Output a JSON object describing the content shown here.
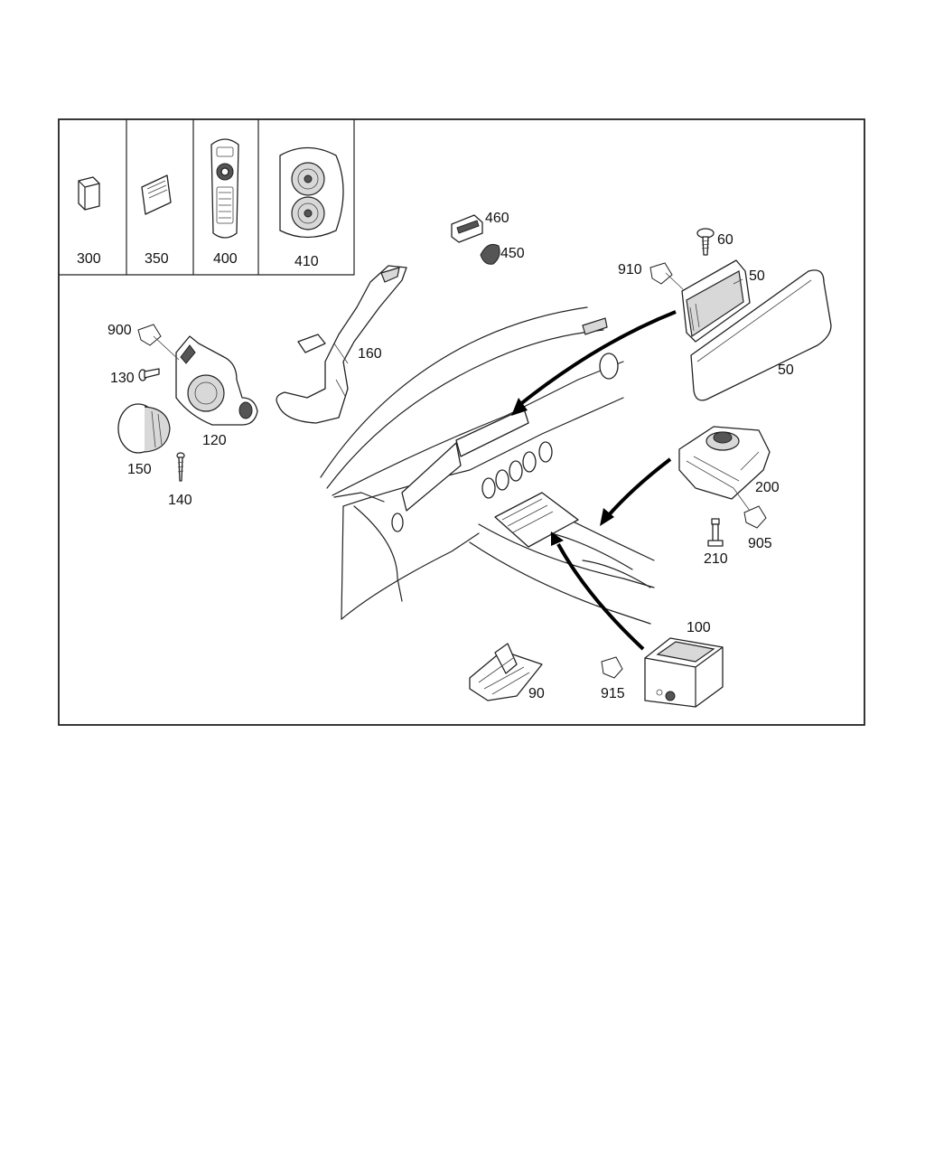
{
  "colors": {
    "line": "#222222",
    "background": "#ffffff",
    "arrow": "#000000"
  },
  "inset_callouts": {
    "c300": "300",
    "c350": "350",
    "c400": "400",
    "c410": "410"
  },
  "callouts": {
    "c460": "460",
    "c450": "450",
    "c60": "60",
    "c910": "910",
    "c50a": "50",
    "c50b": "50",
    "c900": "900",
    "c130": "130",
    "c160": "160",
    "c120": "120",
    "c150": "150",
    "c140": "140",
    "c200": "200",
    "c905": "905",
    "c210": "210",
    "c100": "100",
    "c90": "90",
    "c915": "915"
  }
}
